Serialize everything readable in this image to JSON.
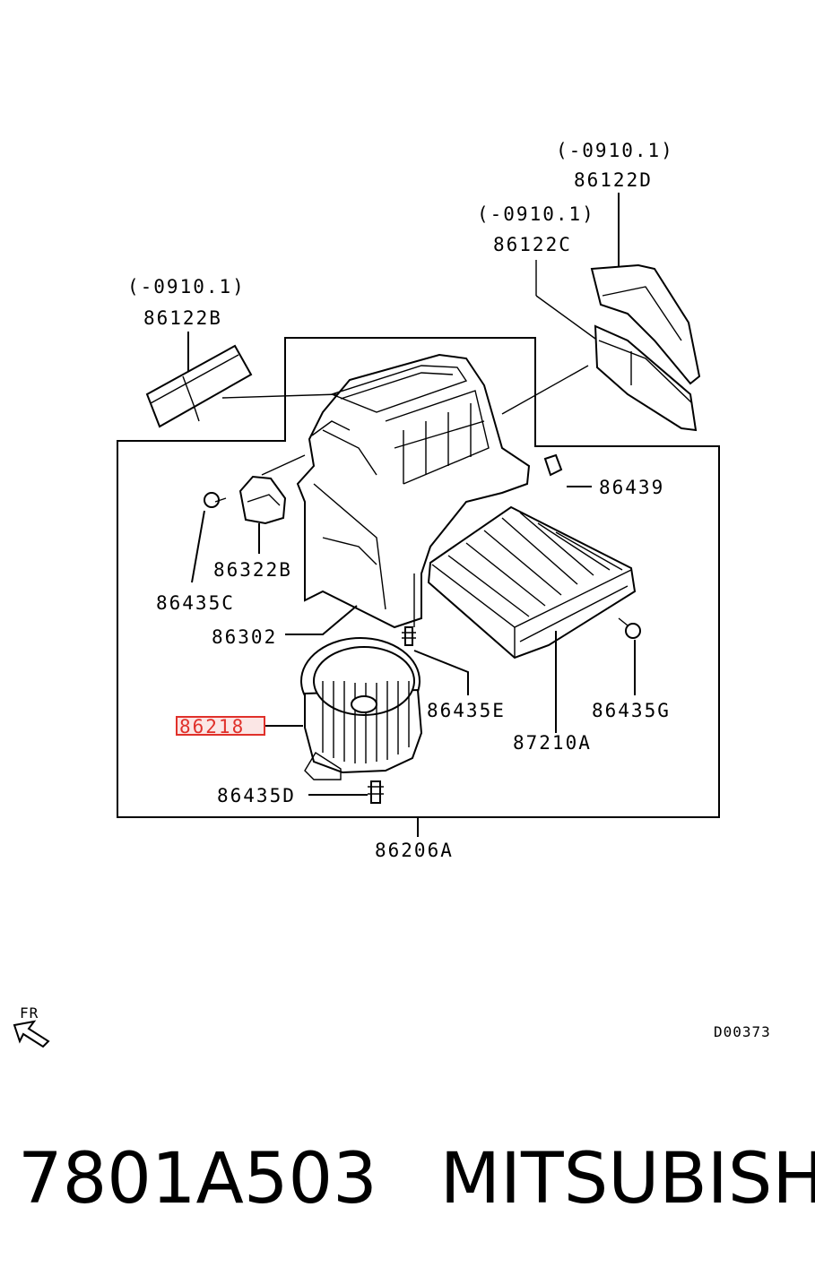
{
  "labels": {
    "date_86122D": "(-0910.1)",
    "part_86122D": "86122D",
    "date_86122C": "(-0910.1)",
    "part_86122C": "86122C",
    "date_86122B": "(-0910.1)",
    "part_86122B": "86122B",
    "part_86439": "86439",
    "part_86322B": "86322B",
    "part_86435C": "86435C",
    "part_86302": "86302",
    "part_86435E": "86435E",
    "part_86435G": "86435G",
    "part_86218": "86218",
    "part_87210A": "87210A",
    "part_86435D": "86435D",
    "part_86206A": "86206A"
  },
  "front_indicator": "FR",
  "diagram_code": "D00373",
  "footer": {
    "part_number": "7801A503",
    "brand": "MITSUBISHI"
  },
  "highlight_color": "#e0302a"
}
